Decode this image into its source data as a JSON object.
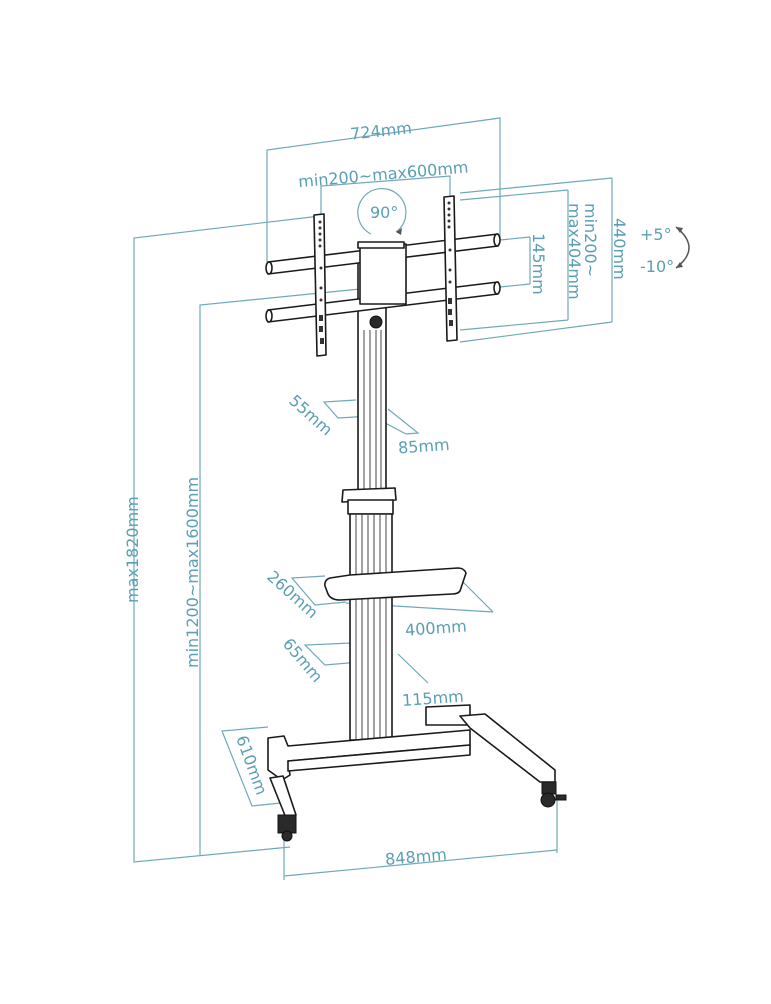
{
  "diagram": {
    "subject": "Mobile TV stand cart with VESA mount bracket",
    "line_color": "#6fa9b8",
    "label_color": "#5a9fb3",
    "dimensions": {
      "bracket_width": "724mm",
      "vesa_horizontal": "min200~max600mm",
      "rotation": "90°",
      "vesa_vertical_line1": "min200~",
      "vesa_vertical_line2": "max404mm",
      "bracket_height": "440mm",
      "arm_spacing": "145mm",
      "tilt_up": "+5°",
      "tilt_down": "-10°",
      "upper_column_depth": "55mm",
      "upper_column_width": "85mm",
      "shelf_depth": "260mm",
      "shelf_width": "400mm",
      "lower_column_depth": "65mm",
      "lower_column_width": "115mm",
      "max_height": "max1820mm",
      "center_height": "min1200~max1600mm",
      "base_depth": "610mm",
      "base_width": "848mm"
    }
  }
}
